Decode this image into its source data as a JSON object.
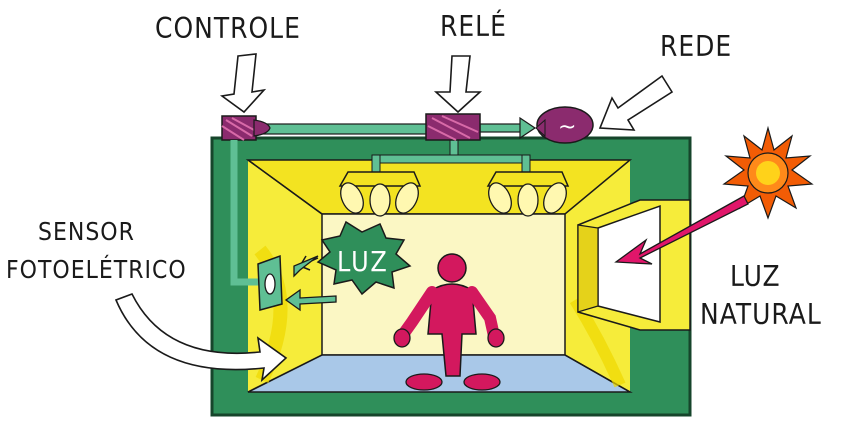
{
  "labels": {
    "controle": "CONTROLE",
    "rele": "RELÉ",
    "rede": "REDE",
    "sensor_line1": "SENSOR",
    "sensor_line2": "FOTOELÉTRICO",
    "luz_natural_line1": "LUZ",
    "luz_natural_line2": "NATURAL",
    "luz_burst": "LUZ",
    "rede_symbol": "~"
  },
  "colors": {
    "wall_green": "#2f8f5a",
    "wall_dark": "#1f5e3a",
    "room_yellow": "#f6ec3a",
    "floor_blue": "#a9c8e8",
    "person_magenta": "#d3185e",
    "device_purple": "#8b2b6e",
    "sun_orange": "#f25c05",
    "sun_core": "#ffd21a",
    "arrow_pink": "#e0166a",
    "pipe_teal": "#5fbf94"
  }
}
